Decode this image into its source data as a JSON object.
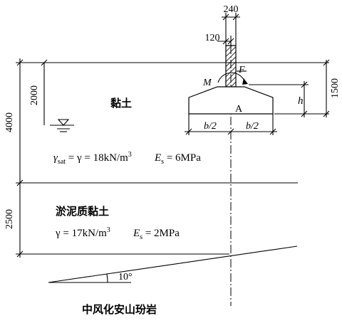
{
  "dimensions": {
    "column_width": "240",
    "column_half": "120",
    "depth_top": "2000",
    "depth_layer1": "4000",
    "depth_layer2": "2500",
    "foundation_depth": "1500"
  },
  "symbols": {
    "moment": "M",
    "force": "F",
    "height": "h",
    "point_a": "A",
    "half_width_left": "b/2",
    "half_width_right": "b/2"
  },
  "layers": {
    "clay": {
      "name": "黏土",
      "props_gamma": "γsat = γ = 18kN/m3",
      "props_gamma_main": "γ",
      "props_gamma_sub": "sat",
      "props_gamma_rest": " = γ = 18kN/m",
      "props_gamma_sup": "3",
      "props_es_main": "E",
      "props_es_sub": "s",
      "props_es_rest": " = 6MPa"
    },
    "silty_clay": {
      "name": "淤泥质黏土",
      "props_gamma_main": "γ = 17kN/m",
      "props_gamma_sup": "3",
      "props_es_main": "E",
      "props_es_sub": "s",
      "props_es_rest": " = 2MPa"
    },
    "rock": {
      "name": "中风化安山玢岩",
      "slope_angle": "10°"
    }
  }
}
